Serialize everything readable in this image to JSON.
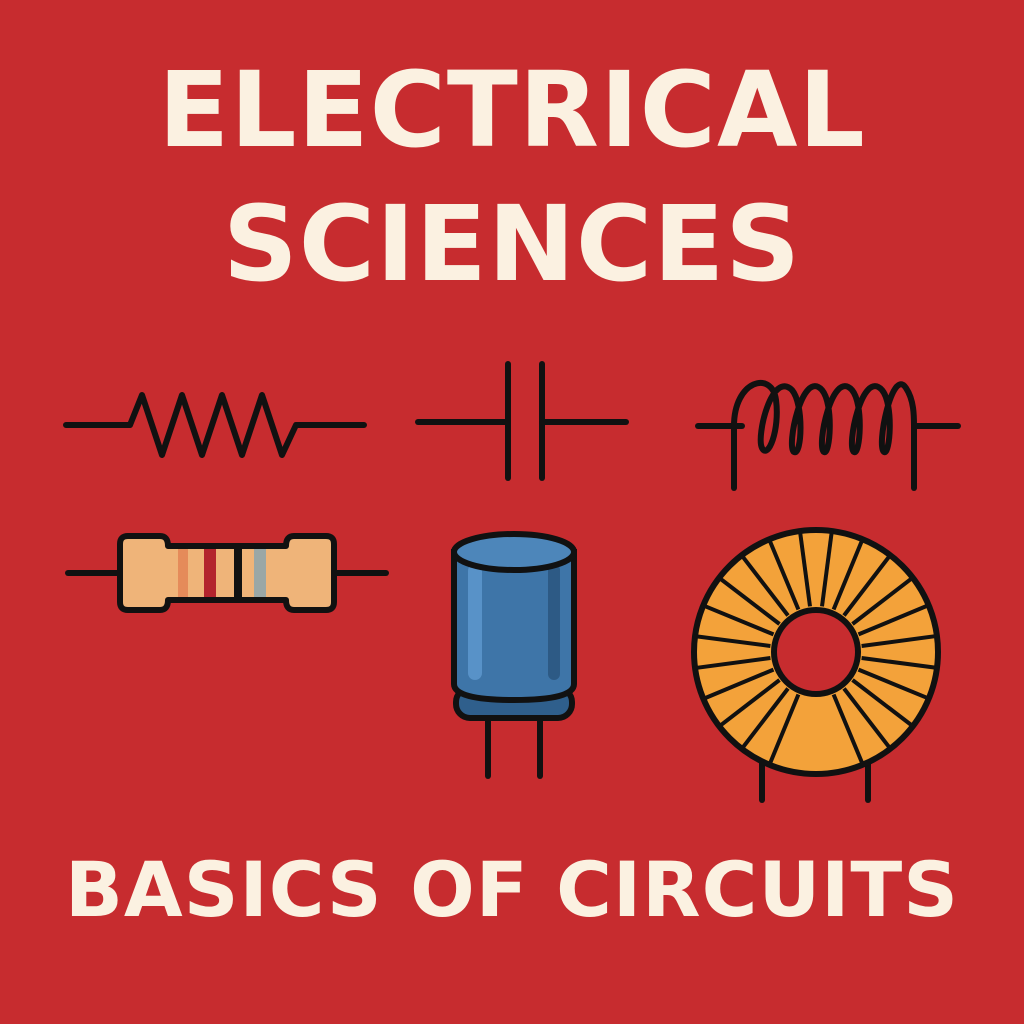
{
  "cover": {
    "title_line_1": "ELECTRICAL",
    "title_line_2": "SCIENCES",
    "subtitle": "BASICS OF CIRCUITS"
  },
  "colors": {
    "background": "#c72c2f",
    "text": "#fbf1e1",
    "line": "#111111",
    "resistor_body": "#efb479",
    "capacitor_body": "#3e75a8",
    "inductor_core": "#f3a23a"
  },
  "icons": [
    "resistor-symbol-icon",
    "capacitor-symbol-icon",
    "inductor-symbol-icon",
    "resistor-component-icon",
    "capacitor-component-icon",
    "toroidal-inductor-icon"
  ]
}
